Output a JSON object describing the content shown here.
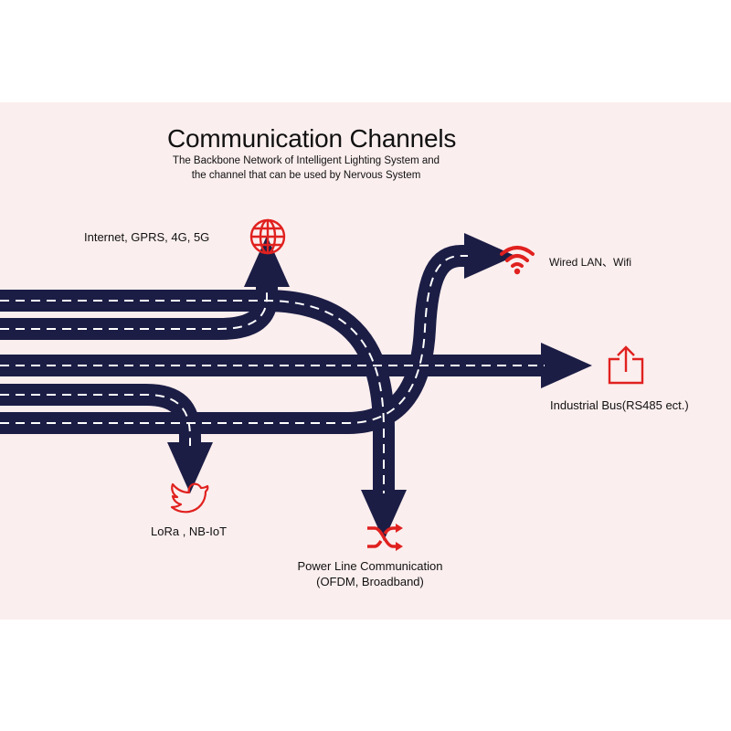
{
  "diagram": {
    "title": "Communication Channels",
    "subtitle_line1": "The Backbone Network of Intelligent Lighting System and",
    "subtitle_line2": "the channel that can be used by Nervous System"
  },
  "channels": {
    "internet": {
      "label": "Internet, GPRS, 4G, 5G",
      "icon": "globe-icon"
    },
    "wired": {
      "label": "Wired LAN、Wifi",
      "icon": "wifi-icon"
    },
    "industrial": {
      "label": "Industrial Bus(RS485 ect.)",
      "icon": "share-icon"
    },
    "lora": {
      "label": "LoRa , NB-IoT",
      "icon": "bird-icon"
    },
    "plc": {
      "label_line1": "Power Line Communication",
      "label_line2": "(OFDM, Broadband)",
      "icon": "shuffle-icon"
    }
  },
  "colors": {
    "road": "#1b1d45",
    "lane": "#ffffff",
    "accent": "#e0211f",
    "background": "#fbeeee"
  }
}
